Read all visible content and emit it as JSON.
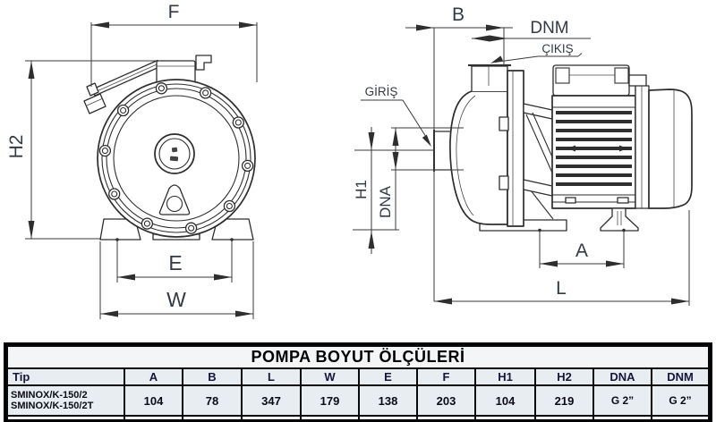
{
  "drawing": {
    "front_view": {
      "dims": {
        "f": "F",
        "h2": "H2",
        "e": "E",
        "w": "W"
      }
    },
    "side_view": {
      "dims": {
        "b": "B",
        "dnm": "DNM",
        "h1": "H1",
        "dna": "DNA",
        "a": "A",
        "l": "L"
      },
      "callouts": {
        "outlet": "ÇIKIŞ",
        "inlet": "GİRİŞ"
      }
    }
  },
  "table": {
    "title": "POMPA BOYUT ÖLÇÜLERİ",
    "columns": [
      "Tip",
      "A",
      "B",
      "L",
      "W",
      "E",
      "F",
      "H1",
      "H2",
      "DNA",
      "DNM"
    ],
    "rows": [
      {
        "tip_lines": [
          "SMINOX/K-150/2",
          "SMINOX/K-150/2T"
        ],
        "values": [
          "104",
          "78",
          "347",
          "179",
          "138",
          "203",
          "104",
          "219",
          "G 2”",
          "G 2”"
        ]
      }
    ]
  },
  "colors": {
    "drawing_line": "#2e2e2e",
    "dimension_line": "#3a3a3a",
    "table_background": "#e8edf2",
    "table_border": "#000000",
    "header_text": "#16163a"
  }
}
